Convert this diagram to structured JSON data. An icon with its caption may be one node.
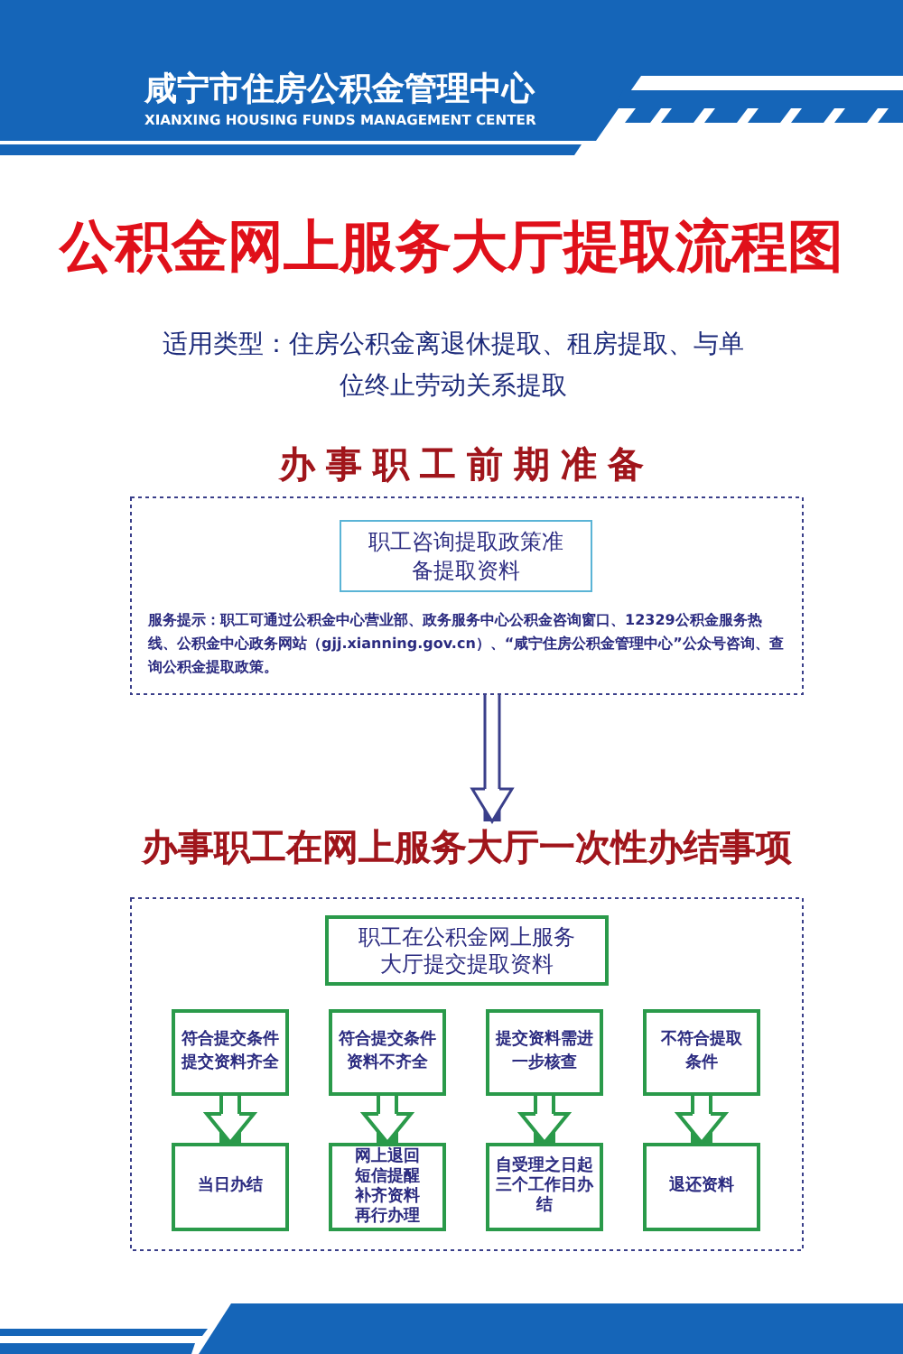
{
  "diagram": {
    "title": "公积金网上服务大厅提取流程图",
    "nodes": [
      {
        "text": [
          "办事职工前期准备",
          "服务提示：职工可通过公积金中心营业部、政务服务中心公积金咨询窗口、12329公积金服务热线、公积金中心政务网站（gjj.xianning.gov.cn）、“咸宁住房公积金管理中心”公众号咨询、查询公积金提取政策。"
        ]
      },
      {
        "text": [
          "职工咨询提取政策准备提取资料"
        ],
        "in": 0
      },
      {
        "text": [
          "办事职工在网上服务大厅一次性办结事项"
        ]
      },
      {
        "text": [
          "职工在公积金网上服务大厅提交提取资料"
        ],
        "in": 2
      },
      {
        "text": [
          "符合提交条件提交资料齐全"
        ],
        "in": 2
      },
      {
        "text": [
          "符合提交条件资料不齐全"
        ],
        "in": 2
      },
      {
        "text": [
          "提交资料需进一步核查"
        ],
        "in": 2
      },
      {
        "text": [
          "不符合提取条件"
        ],
        "in": 2
      },
      {
        "text": [
          "当日办结"
        ],
        "in": 2
      },
      {
        "text": [
          "网上退回短信提醒补齐资料再行办理"
        ],
        "in": 2
      },
      {
        "text": [
          "自受理之日起三个工作日办结"
        ],
        "in": 2
      },
      {
        "text": [
          "退还资料"
        ],
        "in": 2
      }
    ],
    "edges": [
      {
        "from": 0,
        "to": 2,
        "arrow": "to",
        "color": "#3a3f8a"
      },
      {
        "from": 4,
        "to": 8,
        "arrow": "to"
      },
      {
        "from": 5,
        "to": 9,
        "arrow": "to"
      },
      {
        "from": 6,
        "to": 10,
        "arrow": "to"
      },
      {
        "from": 7,
        "to": 11,
        "arrow": "to"
      }
    ],
    "labels": [
      "咸宁市住房公积金管理中心",
      "XIANXING HOUSING FUNDS MANAGEMENT CENTER",
      "适用类型：住房公积金离退休提取、租房提取、与单位终止劳动关系提取"
    ]
  }
}
